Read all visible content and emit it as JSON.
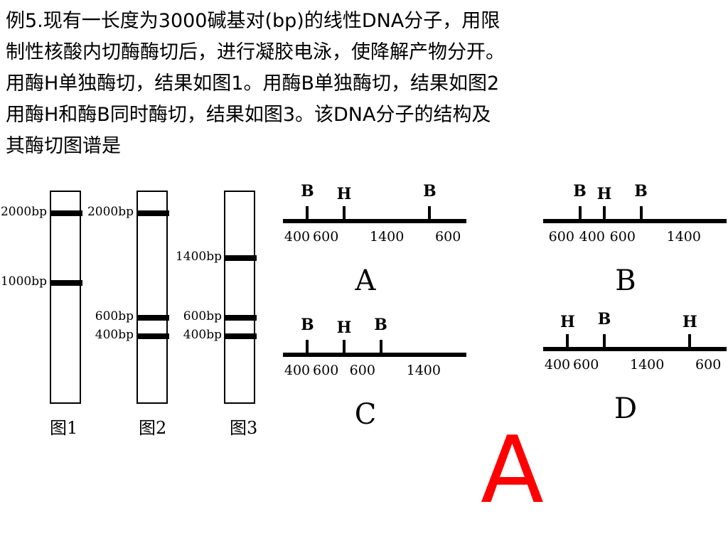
{
  "question": {
    "lines": [
      "例5.现有一长度为3000碱基对(bp)的线性DNA分子，用限",
      "制性核酸内切酶酶切后，进行凝胶电泳，使降解产物分开。",
      "用酶H单独酶切，结果如图1。用酶B单独酶切，结果如图2",
      "用酶H和酶B同时酶切，结果如图3。该DNA分子的结构及",
      "其酶切图谱是"
    ]
  },
  "gels": [
    {
      "label": "图1",
      "bands": [
        {
          "size": 2000,
          "text": "2000bp"
        },
        {
          "size": 1000,
          "text": "1000bp"
        }
      ]
    },
    {
      "label": "图2",
      "bands": [
        {
          "size": 2000,
          "text": "2000bp"
        },
        {
          "size": 600,
          "text": "600bp"
        },
        {
          "size": 400,
          "text": "400bp"
        }
      ]
    },
    {
      "label": "图3",
      "bands": [
        {
          "size": 1400,
          "text": "1400bp"
        },
        {
          "size": 600,
          "text": "600bp"
        },
        {
          "size": 400,
          "text": "400bp"
        }
      ]
    }
  ],
  "maps": [
    {
      "label": "A",
      "sites": [
        {
          "enzyme": "B",
          "pos": 400
        },
        {
          "enzyme": "H",
          "pos": 1000
        },
        {
          "enzyme": "B",
          "pos": 2400
        }
      ],
      "segments": [
        "400",
        "600",
        "1400",
        "600"
      ]
    },
    {
      "label": "B",
      "sites": [
        {
          "enzyme": "B",
          "pos": 600
        },
        {
          "enzyme": "H",
          "pos": 1000
        },
        {
          "enzyme": "B",
          "pos": 1600
        }
      ],
      "segments": [
        "600",
        "400",
        "600",
        "1400"
      ]
    },
    {
      "label": "C",
      "sites": [
        {
          "enzyme": "B",
          "pos": 400
        },
        {
          "enzyme": "H",
          "pos": 1000
        },
        {
          "enzyme": "B",
          "pos": 1600
        }
      ],
      "segments": [
        "400",
        "600",
        "600",
        "1400"
      ]
    },
    {
      "label": "D",
      "sites": [
        {
          "enzyme": "H",
          "pos": 400
        },
        {
          "enzyme": "B",
          "pos": 1000
        },
        {
          "enzyme": "H",
          "pos": 2400
        }
      ],
      "segments": [
        "400",
        "600",
        "1400",
        "600"
      ]
    }
  ],
  "total_length": 3000,
  "answer": "A"
}
